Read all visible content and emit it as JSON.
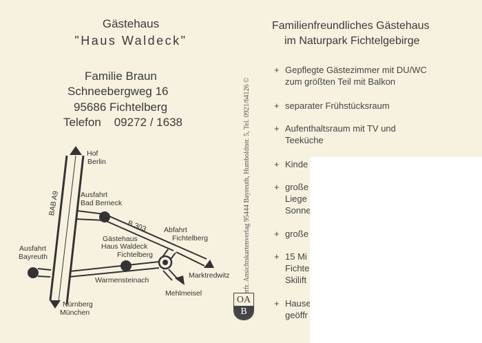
{
  "left": {
    "title1": "Gästehaus",
    "title2": "\"Haus Waldeck\"",
    "owner": "Familie Braun",
    "street": "Schneebergweg  16",
    "city": "95686 Fichtelberg",
    "phone": "Telefon    09272 / 1638"
  },
  "map": {
    "hof": "Hof",
    "berlin": "Berlin",
    "bab": "BAB A9",
    "ausfahrt_bb1": "Ausfahrt",
    "ausfahrt_bb2": "Bad Berneck",
    "b303": "B 303",
    "abfahrt1": "Abfahrt",
    "abfahrt2": "Fichtelberg",
    "gh1": "Gästehaus",
    "gh2": "Haus Waldeck",
    "fichtelberg": "Fichtelberg",
    "ausfahrt_by1": "Ausfahrt",
    "ausfahrt_by2": "Bayreuth",
    "warmensteinach": "Warmensteinach",
    "marktredwitz": "Marktredwitz",
    "mehlmeisel": "Mehlmeisel",
    "nuernberg": "Nürnberg",
    "muenchen": "München"
  },
  "publisher": "Oberfr. Ansichtskartenverlag 95444 Bayreuth, Humboldtstr. 5, Tel. 0921/64126  ©",
  "logo": {
    "top": "OA",
    "bottom": "B"
  },
  "right": {
    "heading1": "Familienfreundliches Gästehaus",
    "heading2": "im Naturpark Fichtelgebirge",
    "items": [
      {
        "l1": "Gepflegte Gästezimmer mit DU/WC",
        "l2": "zum größten Teil mit Balkon"
      },
      {
        "l1": "separater Frühstücksraum"
      },
      {
        "l1": "Aufenthaltsraum mit TV und",
        "l2": "Teeküche"
      },
      {
        "l1": "Kinde"
      },
      {
        "l1": "große",
        "l2": "Liege",
        "l3": "Sonne"
      },
      {
        "l1": "große"
      },
      {
        "l1": "15 Mi",
        "l2": "Fichte",
        "l3": "Skilift"
      },
      {
        "l1": "Hause",
        "l2": "geöffr"
      }
    ]
  }
}
